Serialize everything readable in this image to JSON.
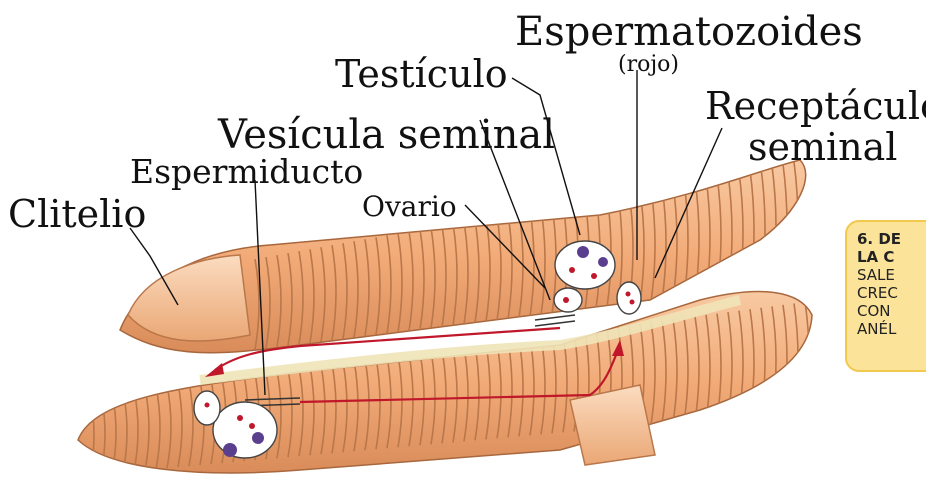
{
  "labels": {
    "espermatozoides": "Espermatozoides",
    "rojo": "(rojo)",
    "testiculo": "Testículo",
    "receptaculo_1": "Receptáculo",
    "receptaculo_2": "seminal",
    "vesicula": "Vesícula seminal",
    "espermiducto": "Espermiducto",
    "ovario": "Ovario",
    "clitelio": "Clitelio"
  },
  "side_note": {
    "title_lines": [
      "6. DE",
      "LA C"
    ],
    "body_lines": [
      "SALE",
      "CREC",
      "CON",
      "ANÉL"
    ]
  },
  "colors": {
    "body_fill": "#f6b98b",
    "segment_line": "#b9774a",
    "sperm_path": "#c0182a",
    "organ_dot": "#5b3f8f",
    "note_bg": "#fbe39a"
  }
}
